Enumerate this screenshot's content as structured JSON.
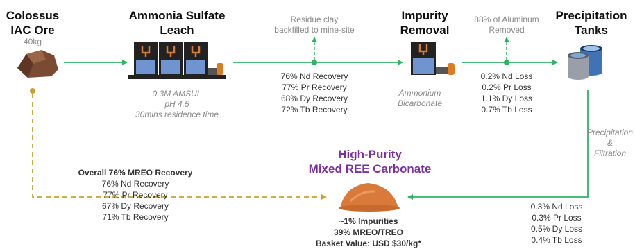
{
  "ore": {
    "title_line1": "Colossus",
    "title_line2": "IAC Ore",
    "mass": "40kg"
  },
  "leach": {
    "title_line1": "Ammonia Sulfate",
    "title_line2": "Leach",
    "conditions": [
      "0.3M AMSUL",
      "pH 4.5",
      "30mins residence time"
    ]
  },
  "residue": {
    "line1": "Residue clay",
    "line2": "backfilled to mine-site"
  },
  "leach_recovery": [
    "76% Nd Recovery",
    "77% Pr Recovery",
    "68% Dy Recovery",
    "72% Tb Recovery"
  ],
  "impurity": {
    "title_line1": "Impurity",
    "title_line2": "Removal",
    "reagent_line1": "Ammonium",
    "reagent_line2": "Bicarbonate"
  },
  "aluminum": {
    "line1": "88% of Aluminum",
    "line2": "Removed"
  },
  "impurity_loss": [
    "0.2% Nd Loss",
    "0.2% Pr Loss",
    "1.1% Dy Loss",
    "0.7% Tb Loss"
  ],
  "precip": {
    "title_line1": "Precipitation",
    "title_line2": "Tanks"
  },
  "filtration": {
    "line1": "Precipitation",
    "line2": "&",
    "line3": "Filtration"
  },
  "precip_loss": [
    "0.3% Nd Loss",
    "0.3% Pr Loss",
    "0.5% Dy Loss",
    "0.4% Tb Loss"
  ],
  "product": {
    "title_line1": "High-Purity",
    "title_line2": "Mixed REE Carbonate",
    "details": [
      "~1% Impurities",
      "39% MREO/TREO",
      "Basket Value: USD $30/kg*"
    ]
  },
  "overall": {
    "title": "Overall 76% MREO Recovery",
    "items": [
      "76% Nd Recovery",
      "77% Pr Recovery",
      "67% Dy Recovery",
      "71% Tb Recovery"
    ]
  },
  "colors": {
    "flow_green": "#2db562",
    "recycle_gold": "#c9a227",
    "purple": "#7a2fa3",
    "rock_brown": "#7a4a33",
    "carbonate_orange": "#d97a3a",
    "tank_blue": "#3f73b5",
    "cell_blue": "#6f94cf"
  }
}
